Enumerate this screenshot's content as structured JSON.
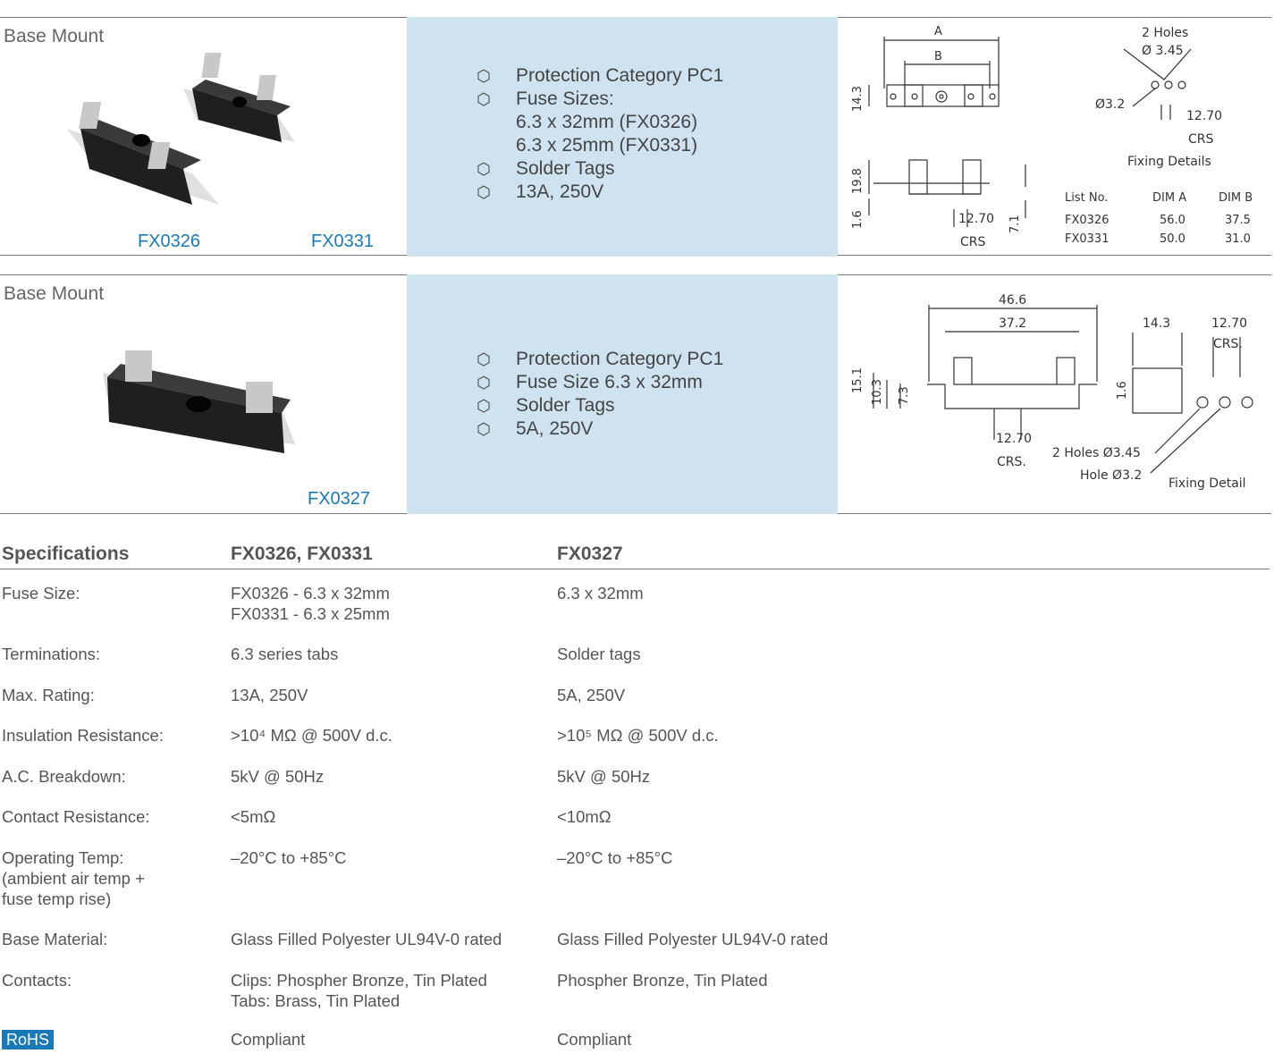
{
  "product1": {
    "mount_label": "Base Mount",
    "codes": [
      "FX0326",
      "FX0331"
    ],
    "features": [
      {
        "text": "Protection Category PC1",
        "bullet": true
      },
      {
        "text": "Fuse Sizes:",
        "bullet": true
      },
      {
        "text": "6.3 x 32mm (FX0326)",
        "bullet": false
      },
      {
        "text": "6.3 x 25mm (FX0331)",
        "bullet": false
      },
      {
        "text": "Solder Tags",
        "bullet": true
      },
      {
        "text": "13A, 250V",
        "bullet": true
      }
    ],
    "drawing": {
      "a": "A",
      "b": "B",
      "h143": "14.3",
      "h198": "19.8",
      "h16": "1.6",
      "h71": "7.1",
      "crs": "12.70",
      "crs_label": "CRS",
      "holes": "2 Holes",
      "hole_dia": "Ø 3.45",
      "d32": "Ø3.2",
      "fix_crs": "12.70",
      "fix_crs_label": "CRS",
      "fixing": "Fixing Details",
      "list_headers": [
        "List No.",
        "DIM A",
        "DIM B"
      ],
      "list_rows": [
        [
          "FX0326",
          "56.0",
          "37.5"
        ],
        [
          "FX0331",
          "50.0",
          "31.0"
        ]
      ]
    }
  },
  "product2": {
    "mount_label": "Base Mount",
    "codes": [
      "FX0327"
    ],
    "features": [
      {
        "text": "Protection Category PC1",
        "bullet": true
      },
      {
        "text": "Fuse Size 6.3 x 32mm",
        "bullet": true
      },
      {
        "text": "Solder Tags",
        "bullet": true
      },
      {
        "text": "5A, 250V",
        "bullet": true
      }
    ],
    "drawing": {
      "w466": "46.6",
      "w372": "37.2",
      "w143": "14.3",
      "crs": "12.70",
      "crs_label": "CRS.",
      "h151": "15.1",
      "h103": "10.3",
      "h73": "7.3",
      "h16": "1.6",
      "bottom_crs": "12.70",
      "bottom_crs_label": "CRS.",
      "holes": "2 Holes Ø3.45",
      "hole": "Hole Ø3.2",
      "fixing": "Fixing Detail"
    }
  },
  "specs": {
    "headers": [
      "Specifications",
      "FX0326, FX0331",
      "FX0327"
    ],
    "rows": [
      {
        "label": "Fuse Size:",
        "a": "FX0326 - 6.3 x 32mm\nFX0331 - 6.3 x 25mm",
        "b": "6.3 x 32mm"
      },
      {
        "label": "Terminations:",
        "a": "6.3 series tabs",
        "b": "Solder tags"
      },
      {
        "label": "Max. Rating:",
        "a": "13A, 250V",
        "b": "5A, 250V"
      },
      {
        "label": "Insulation Resistance:",
        "a": ">10⁴ MΩ @ 500V d.c.",
        "b": ">10⁵ MΩ @ 500V d.c."
      },
      {
        "label": "A.C. Breakdown:",
        "a": "5kV @ 50Hz",
        "b": "5kV @ 50Hz"
      },
      {
        "label": "Contact Resistance:",
        "a": "<5mΩ",
        "b": "<10mΩ"
      },
      {
        "label": "Operating Temp:\n(ambient air temp +\nfuse temp rise)",
        "a": "–20°C to +85°C",
        "b": "–20°C to +85°C"
      },
      {
        "label": "Base Material:",
        "a": "Glass Filled Polyester UL94V-0 rated",
        "b": "Glass Filled Polyester UL94V-0 rated"
      },
      {
        "label": "Contacts:",
        "a": "Clips: Phospher Bronze, Tin Plated\nTabs: Brass, Tin Plated",
        "b": "Phospher Bronze, Tin Plated"
      }
    ],
    "rohs": {
      "label": "RoHS",
      "a": "Compliant",
      "b": "Compliant"
    }
  }
}
